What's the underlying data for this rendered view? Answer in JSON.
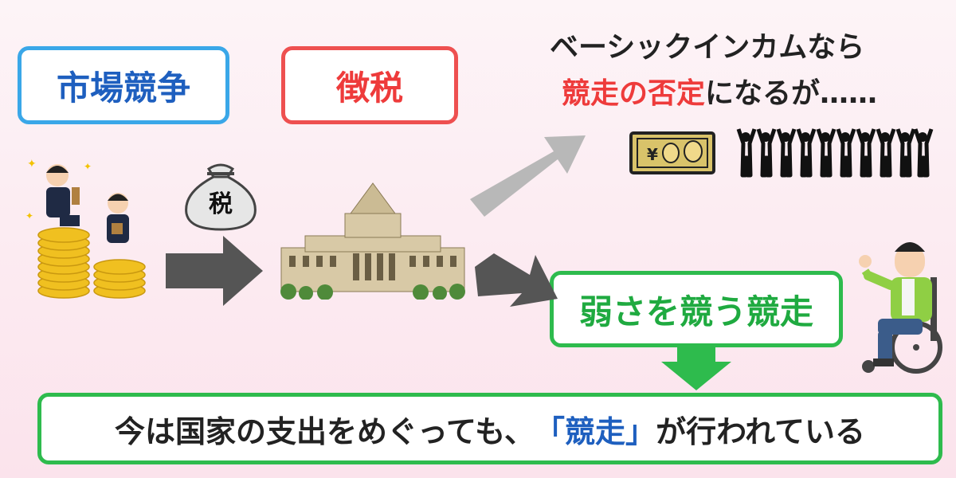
{
  "labels": {
    "market_competition": "市場競争",
    "tax_collection": "徴税",
    "weakness_competition": "弱さを競う競走"
  },
  "basic_income_note": {
    "line1": "ベーシックインカムなら",
    "line2_highlight": "競走の否定",
    "line2_rest": "になるが……"
  },
  "conclusion": {
    "prefix": "今は国家の支出をめぐっても、",
    "open_bracket": "「",
    "highlight": "競走",
    "close_bracket": "」",
    "suffix": "が行われている"
  },
  "money_bag_text": "税",
  "banknote_symbol": "¥",
  "icons": [
    "businessmen-on-coins",
    "money-bag-icon",
    "parliament-building",
    "banknote-icon",
    "crowd-icon",
    "wheelchair-person"
  ],
  "colors": {
    "blue": "#3aa7e8",
    "red": "#ee5050",
    "green": "#2ebb4d",
    "arrow_dark": "#555555",
    "arrow_light": "#b8b8b8"
  }
}
